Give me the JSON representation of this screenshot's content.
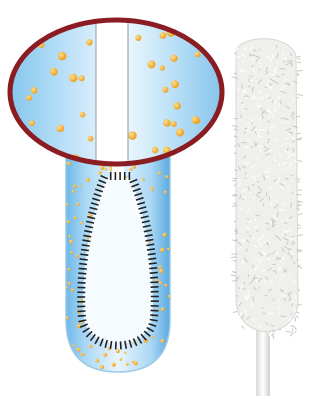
{
  "figure": {
    "colors": {
      "background": "#ffffff",
      "liquid_light": "#e4f3fc",
      "liquid_mid": "#a8d6f3",
      "liquid_dark": "#5fb0e4",
      "particle": "#f0a82a",
      "particle_highlight": "#ffe08a",
      "fiber": "#222222",
      "magnifier_ring": "#8a1c22",
      "swab_head": "#f4f4f2",
      "swab_shadow": "#c9c9c6",
      "stick": "#f3f3f3"
    },
    "icons": [
      "test-tube",
      "magnifier-circle",
      "flocked-swab"
    ]
  }
}
